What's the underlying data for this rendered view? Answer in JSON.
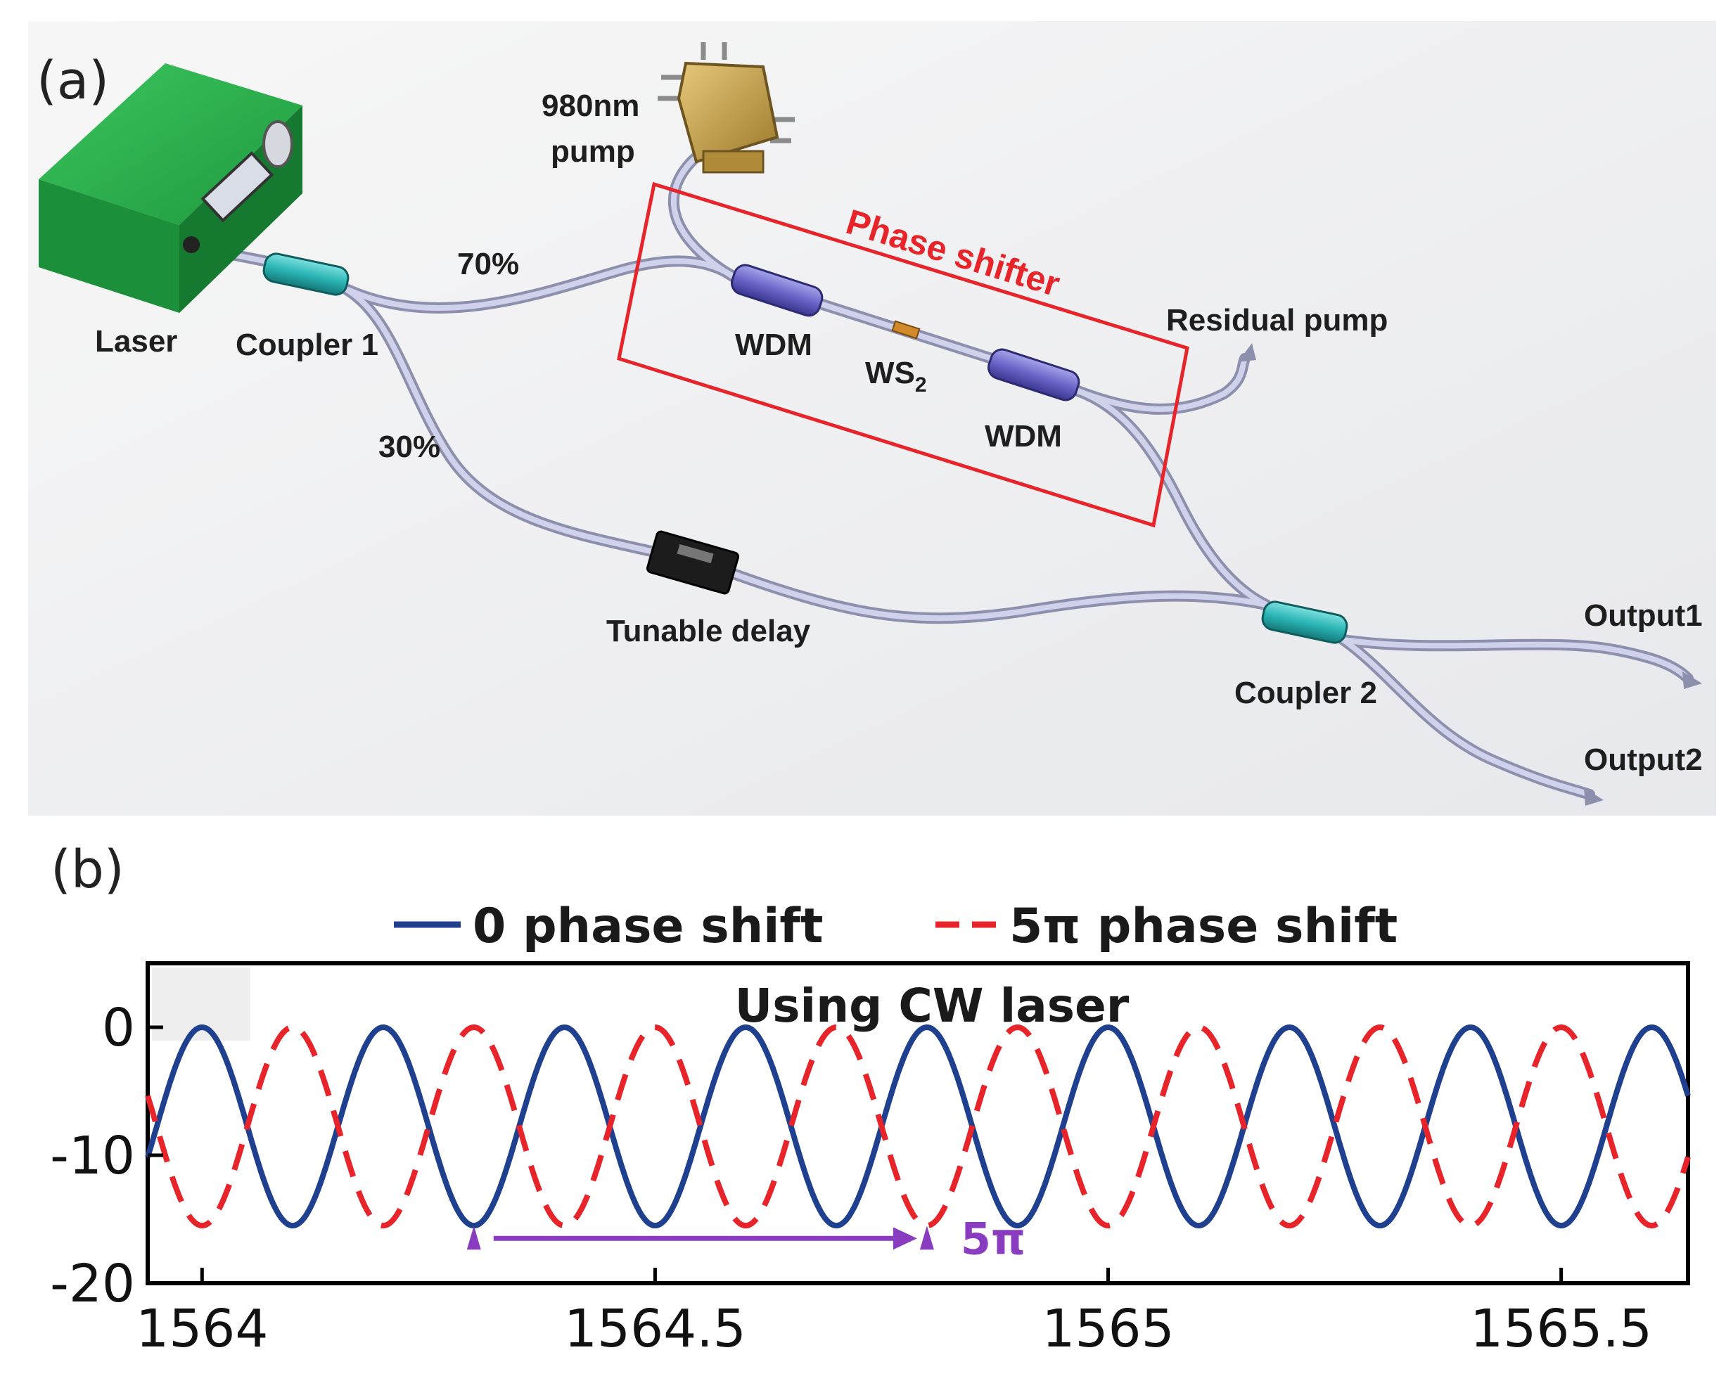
{
  "panel_a": {
    "label": "(a)",
    "labels": {
      "laser": "Laser",
      "coupler1": "Coupler 1",
      "pump_line1": "980nm",
      "pump_line2": "pump",
      "split70": "70%",
      "split30": "30%",
      "phase_shifter": "Phase shifter",
      "wdm_left": "WDM",
      "wdm_right": "WDM",
      "ws2": "WS",
      "ws2_sub": "2",
      "residual_pump": "Residual pump",
      "tunable_delay": "Tunable delay",
      "coupler2": "Coupler 2",
      "output1": "Output1",
      "output2": "Output2"
    },
    "colors": {
      "laser": "#22a84a",
      "coupler": "#2bb5b5",
      "wdm": "#6a66c9",
      "pump": "#c9a24a",
      "phase_box": "#e8242b",
      "fiber": "#b9bcd6"
    }
  },
  "panel_b": {
    "label": "(b)",
    "legend": [
      {
        "label": "0 phase shift",
        "color": "#1f3f8f",
        "style": "solid"
      },
      {
        "label": "5π  phase shift",
        "color": "#e8242b",
        "style": "dashed"
      }
    ],
    "annotation": "5π",
    "annotation_color": "#8a3cc0"
  },
  "chart_data": {
    "type": "line",
    "title": "Using CW laser",
    "xlabel": "",
    "ylabel": "",
    "xlim": [
      1563.94,
      1565.64
    ],
    "ylim": [
      -20,
      5
    ],
    "xticks": [
      "1564",
      "1564.5",
      "1565",
      "1565.5"
    ],
    "xtick_values": [
      1564,
      1564.5,
      1565,
      1565.5
    ],
    "yticks": [
      "0",
      "-10",
      "-20"
    ],
    "ytick_values": [
      0,
      -10,
      -20
    ],
    "grid": false,
    "legend_position": "top-outside",
    "series": [
      {
        "name": "0 phase shift",
        "period_nm": 0.2,
        "max_db": 0,
        "min_db": -15.5,
        "peaks_nm": [
          1564.0,
          1564.2,
          1564.4,
          1564.6,
          1564.8,
          1565.0,
          1565.2,
          1565.4,
          1565.6
        ],
        "minima_nm": [
          1564.1,
          1564.3,
          1564.5,
          1564.7,
          1564.9,
          1565.1,
          1565.3,
          1565.5
        ]
      },
      {
        "name": "5π  phase shift",
        "period_nm": 0.2,
        "max_db": 0,
        "min_db": -15.5,
        "peaks_nm": [
          1564.1,
          1564.3,
          1564.5,
          1564.7,
          1564.9,
          1565.1,
          1565.3,
          1565.5
        ],
        "minima_nm": [
          1564.0,
          1564.2,
          1564.4,
          1564.6,
          1564.8,
          1565.0,
          1565.2,
          1565.4,
          1565.6
        ]
      }
    ],
    "annotations": [
      {
        "text": "5π",
        "from_x": 1564.3,
        "to_x": 1564.8,
        "y": -16.5
      }
    ]
  }
}
